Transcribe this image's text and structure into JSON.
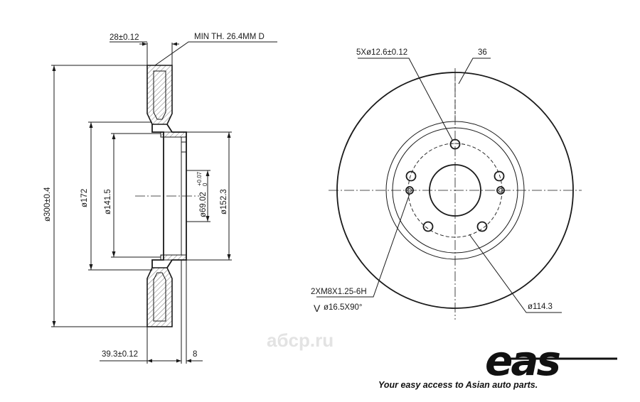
{
  "side_view": {
    "thickness": "28±0.12",
    "min_thickness": "MIN TH. 26.4MM D",
    "outer_diameter": "ø300±0.4",
    "diameter_172": "ø172",
    "diameter_141_5": "ø141.5",
    "hub_bore": "ø69.02",
    "hub_bore_tolerance_upper": "+0.07",
    "hub_bore_tolerance_lower": "0",
    "diameter_152_3": "ø152.3",
    "offset": "39.3±0.12",
    "hat_thickness": "8"
  },
  "front_view": {
    "bolt_holes": "5Xø12.6±0.12",
    "angle_mark": "36",
    "threaded_holes": "2XM8X1.25-6H",
    "countersink": "ø16.5X90°",
    "countersink_symbol": "V",
    "pcd": "ø114.3"
  },
  "watermark": "aбcp.ru",
  "brand": {
    "logo": "eas",
    "tagline": "Your easy access to Asian auto parts."
  }
}
